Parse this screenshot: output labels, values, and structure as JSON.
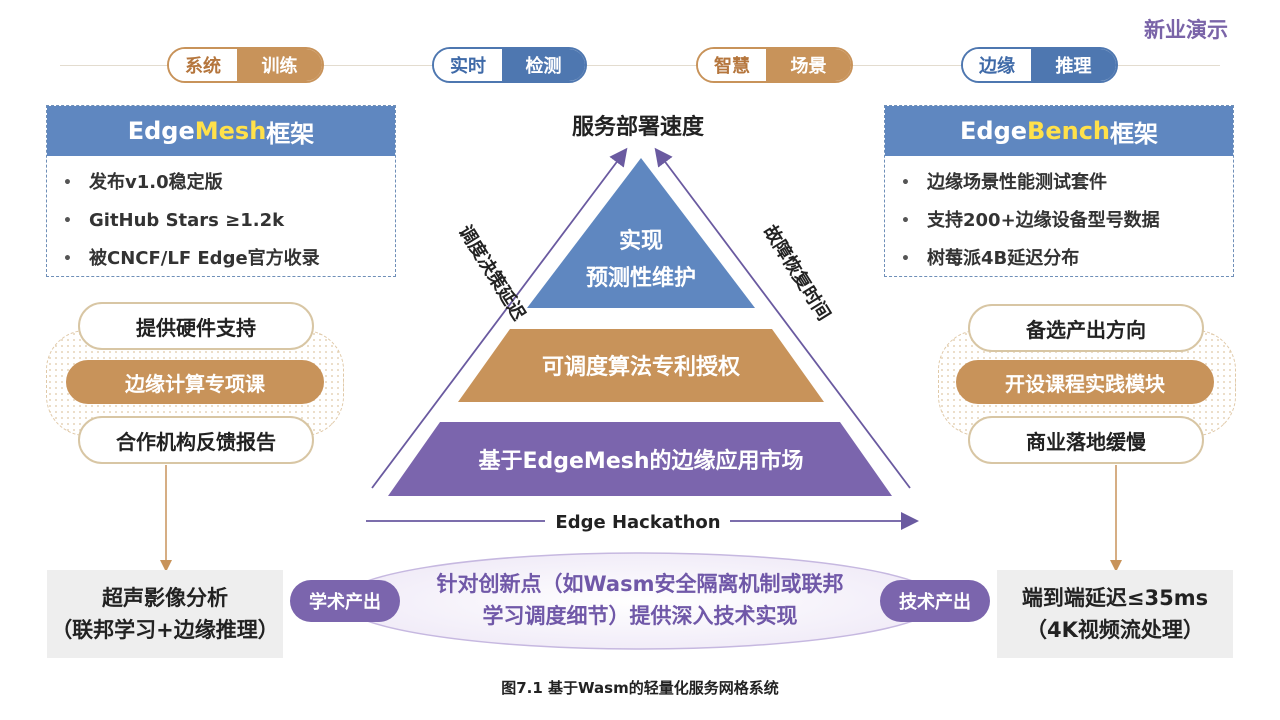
{
  "corner_label": "新业演示",
  "top_pills": [
    {
      "left": "系统",
      "right": "训练"
    },
    {
      "left": "实时",
      "right": "检测"
    },
    {
      "left": "智慧",
      "right": "场景"
    },
    {
      "left": "边缘",
      "right": "推理"
    }
  ],
  "left_panel": {
    "title_prefix": "Edge",
    "title_highlight": "Mesh",
    "title_suffix": "框架",
    "items": [
      "发布v1.0稳定版",
      "GitHub Stars ≥1.2k",
      "被CNCF/LF Edge官方收录"
    ]
  },
  "right_panel": {
    "title_prefix": "Edge",
    "title_highlight": "Bench",
    "title_suffix": "框架",
    "items": [
      "边缘场景性能测试套件",
      "支持200+边缘设备型号数据",
      "树莓派4B延迟分布"
    ]
  },
  "left_ovals": [
    "提供硬件支持",
    "边缘计算专项课",
    "合作机构反馈报告"
  ],
  "right_ovals": [
    "备选产出方向",
    "开设课程实践模块",
    "商业落地缓慢"
  ],
  "pyramid": {
    "top_title": "服务部署速度",
    "tiers": [
      "实现",
      "预测性维护",
      "可调度算法专利授权",
      "基于EdgeMesh的边缘应用市场"
    ],
    "left_arrow_label": "调度决策延迟",
    "right_arrow_label": "故障恢复时间",
    "bottom_label": "Edge Hackathon"
  },
  "bottom_left_box": [
    "超声影像分析",
    "（联邦学习+边缘推理）"
  ],
  "bottom_right_box": [
    "端到端延迟≤35ms",
    "（4K视频流处理）"
  ],
  "left_tag": "学术产出",
  "right_tag": "技术产出",
  "center_text": [
    "针对创新点（如Wasm安全隔离机制或联邦",
    "学习调度细节）提供深入技术实现"
  ],
  "caption": "图7.1 基于Wasm的轻量化服务网格系统",
  "colors": {
    "blue": "#5f87c0",
    "brown": "#c8935a",
    "purple": "#7b65ad",
    "highlight": "#ffe14a"
  }
}
